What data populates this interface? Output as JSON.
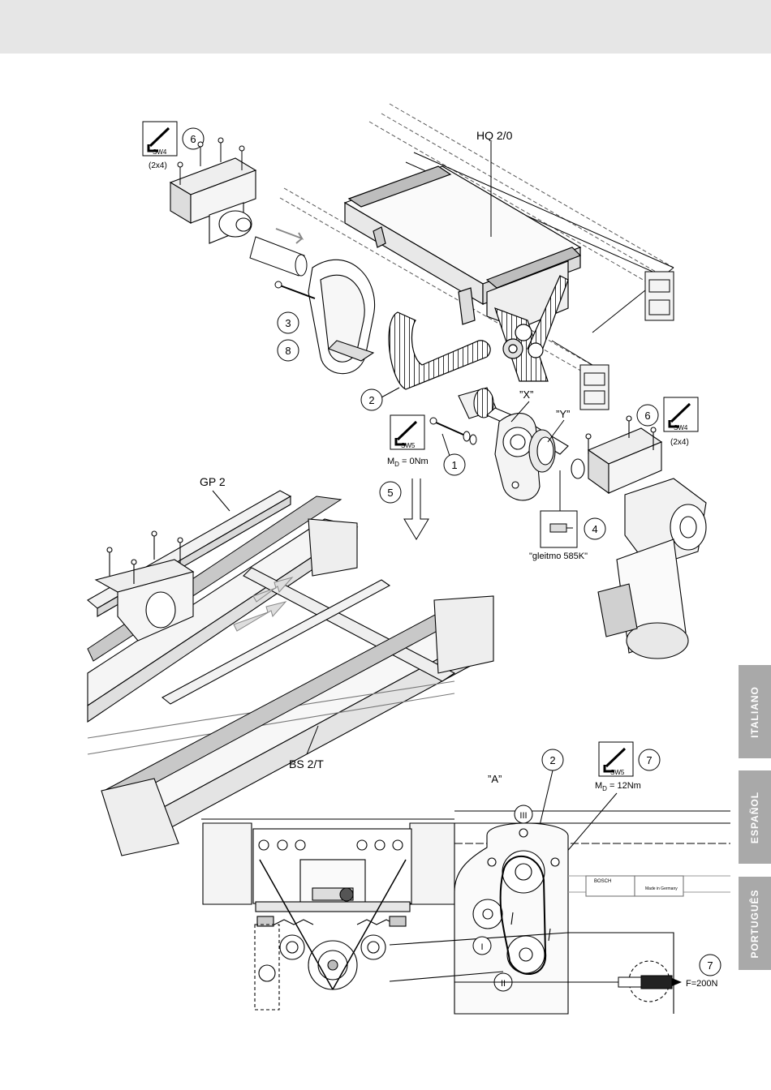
{
  "labels": {
    "hq": "HQ 2/0",
    "gp": "GP 2",
    "bs": "BS 2/T",
    "x": "”X”",
    "y": "”Y”",
    "a": "”A”",
    "gleitmo": "\"gleitmo 585K\"",
    "md0_m": "M",
    "md0_d": "D",
    "md0_rest": " = 0Nm",
    "md12_m": "M",
    "md12_d": "D",
    "md12_rest": " = 12Nm",
    "force": "F=200N",
    "x2x4_a": "(2x4)",
    "x2x4_b": "(2x4)",
    "bosch": "BOSCH",
    "made_in": "Made in Germany"
  },
  "tools": {
    "sw4_a": "SW4",
    "sw4_b": "SW4",
    "sw5_a": "SW5",
    "sw5_b": "SW5"
  },
  "steps": {
    "s1": "1",
    "s2a": "2",
    "s2b": "2",
    "s3": "3",
    "s4": "4",
    "s5": "5",
    "s6a": "6",
    "s6b": "6",
    "s7a": "7",
    "s7b": "7",
    "s8": "8"
  },
  "roman": {
    "r1": "I",
    "r2": "II",
    "r3": "III"
  },
  "languages": {
    "it": "ITALIANO",
    "es": "ESPAÑOL",
    "pt": "PORTUGUÊS"
  }
}
